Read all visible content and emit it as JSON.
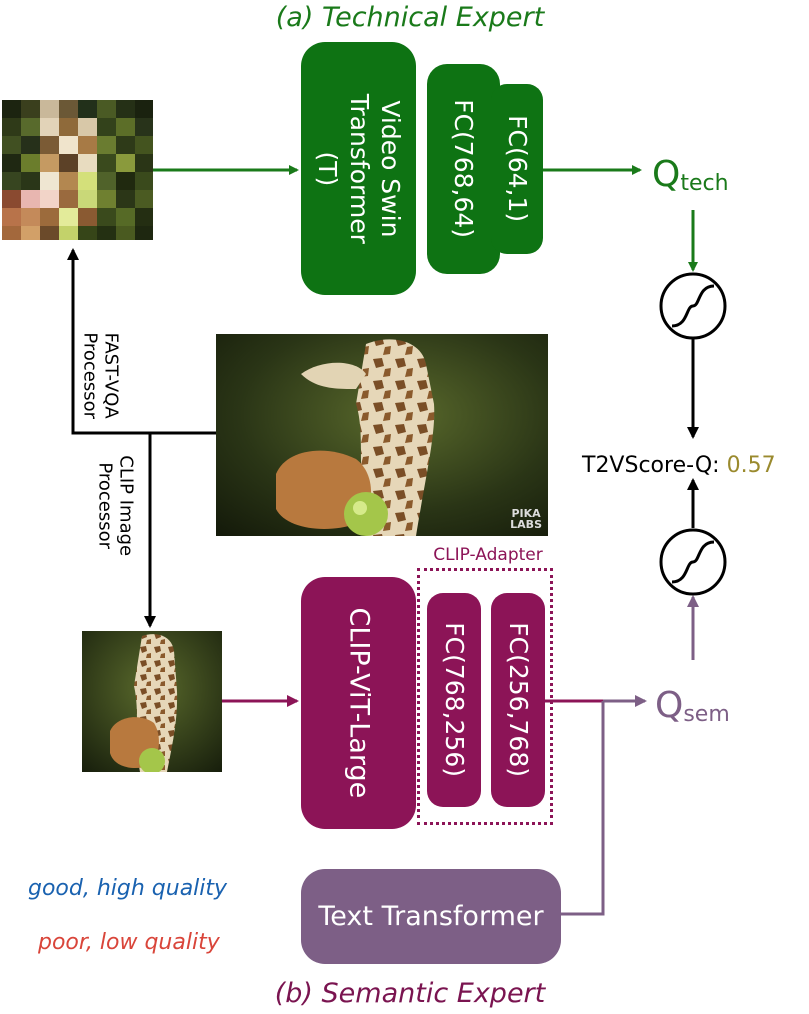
{
  "titles": {
    "technical_expert": "(a) Technical Expert",
    "semantic_expert": "(b) Semantic Expert"
  },
  "boxes": {
    "video_swin": "Video Swin Transformer (T)",
    "fc_768_64": "FC(768,64)",
    "fc_64_1": "FC(64,1)",
    "clip_vit": "CLIP-ViT-Large",
    "fc_768_256": "FC(768,256)",
    "fc_256_768": "FC(256,768)",
    "text_transformer": "Text Transformer"
  },
  "adapter_label": "CLIP-Adapter",
  "outputs": {
    "q_tech_main": "Q",
    "q_tech_sub": "tech",
    "q_sem_main": "Q",
    "q_sem_sub": "sem",
    "score_label": "T2VScore-Q:",
    "score_value": "0.57"
  },
  "processors": {
    "fast_vqa": "FAST-VQA Processor",
    "clip_image": "CLIP Image Processor"
  },
  "prompts": {
    "good": "good, high quality",
    "poor": "poor, low quality"
  },
  "watermark": "PIKA LABS",
  "colors": {
    "technical": "#0e7313",
    "semantic": "#8c1457",
    "text_encoder": "#7d5f86",
    "score_value": "#9a8a2e",
    "good_prompt": "#1a62b0",
    "poor_prompt": "#d9453a"
  }
}
